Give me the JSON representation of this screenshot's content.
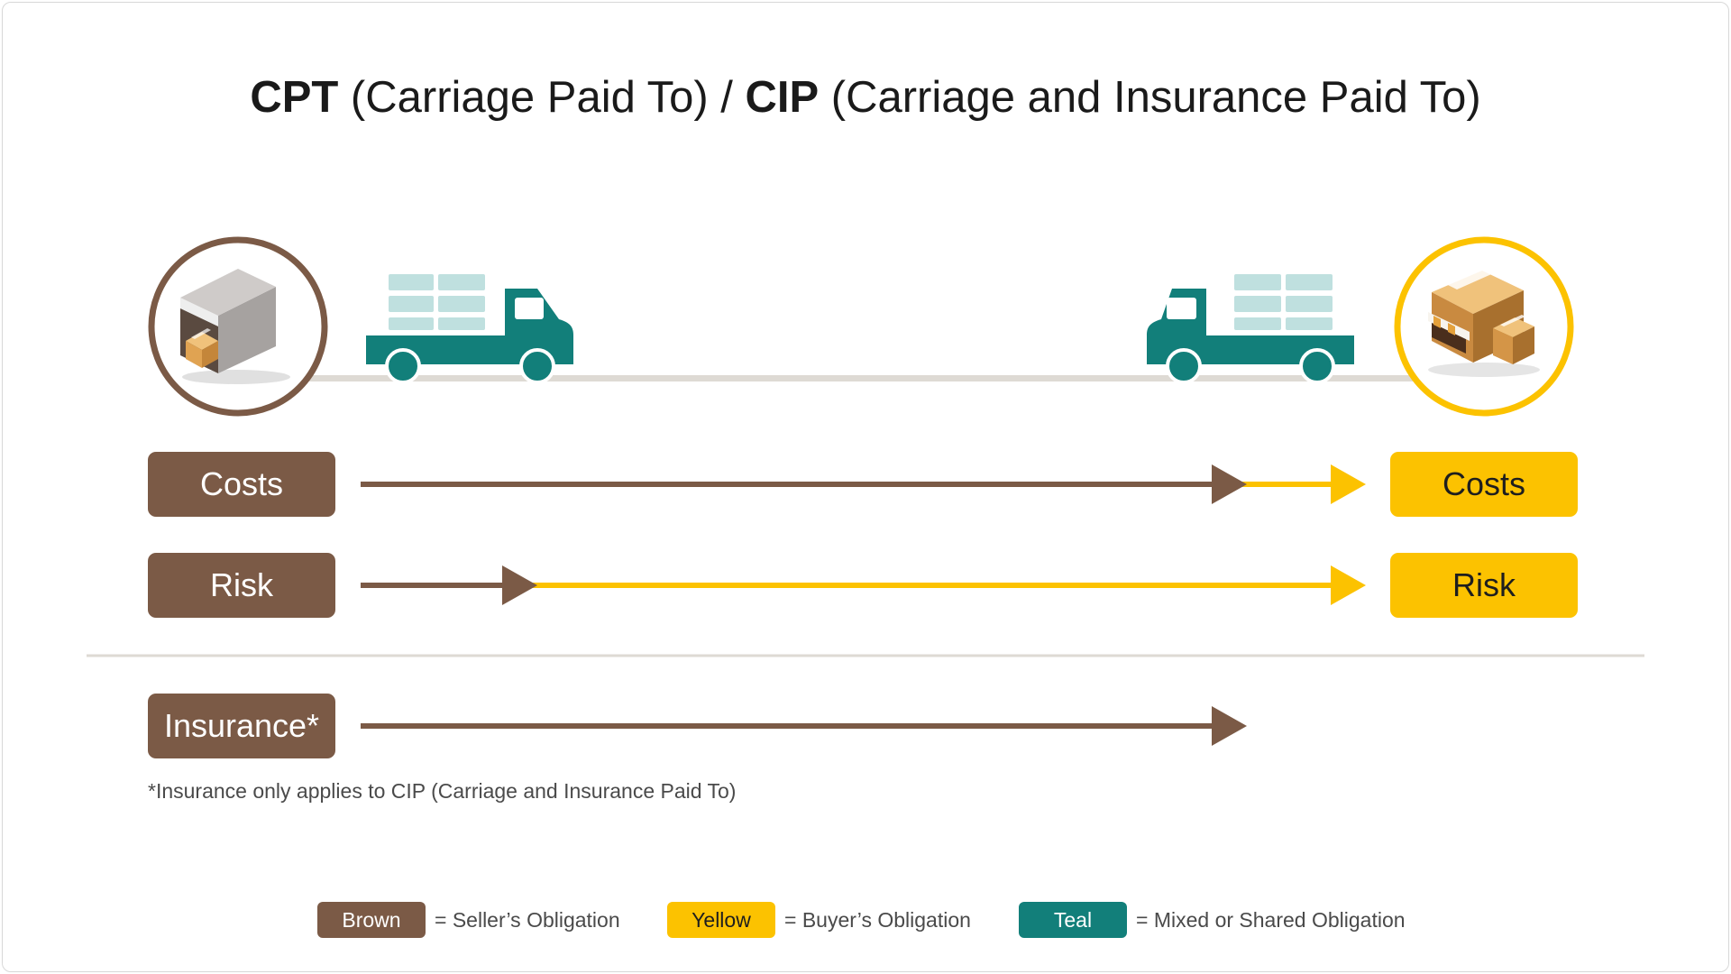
{
  "title": {
    "cpt_bold": "CPT",
    "cpt_rest": " (Carriage Paid To) / ",
    "cip_bold": "CIP",
    "cip_rest": " (Carriage and Insurance Paid To)"
  },
  "rows": {
    "costs": {
      "seller_label": "Costs",
      "buyer_label": "Costs"
    },
    "risk": {
      "seller_label": "Risk",
      "buyer_label": "Risk"
    },
    "insurance": {
      "seller_label": "Insurance*"
    }
  },
  "footnote": "*Insurance only applies to CIP (Carriage and Insurance Paid To)",
  "legend": [
    {
      "chip": "Brown",
      "text": "= Seller’s Obligation"
    },
    {
      "chip": "Yellow",
      "text": "= Buyer’s Obligation"
    },
    {
      "chip": "Teal",
      "text": "= Mixed or Shared Obligation"
    }
  ],
  "colors": {
    "seller": "#7b5a46",
    "buyer": "#fcc200",
    "shared": "#127f7a",
    "divider": "#dedad4",
    "cargo": "#bfe0df"
  },
  "icons": {
    "origin": "warehouse-icon",
    "destination": "shop-boxes-icon",
    "transport": "truck-icon"
  }
}
